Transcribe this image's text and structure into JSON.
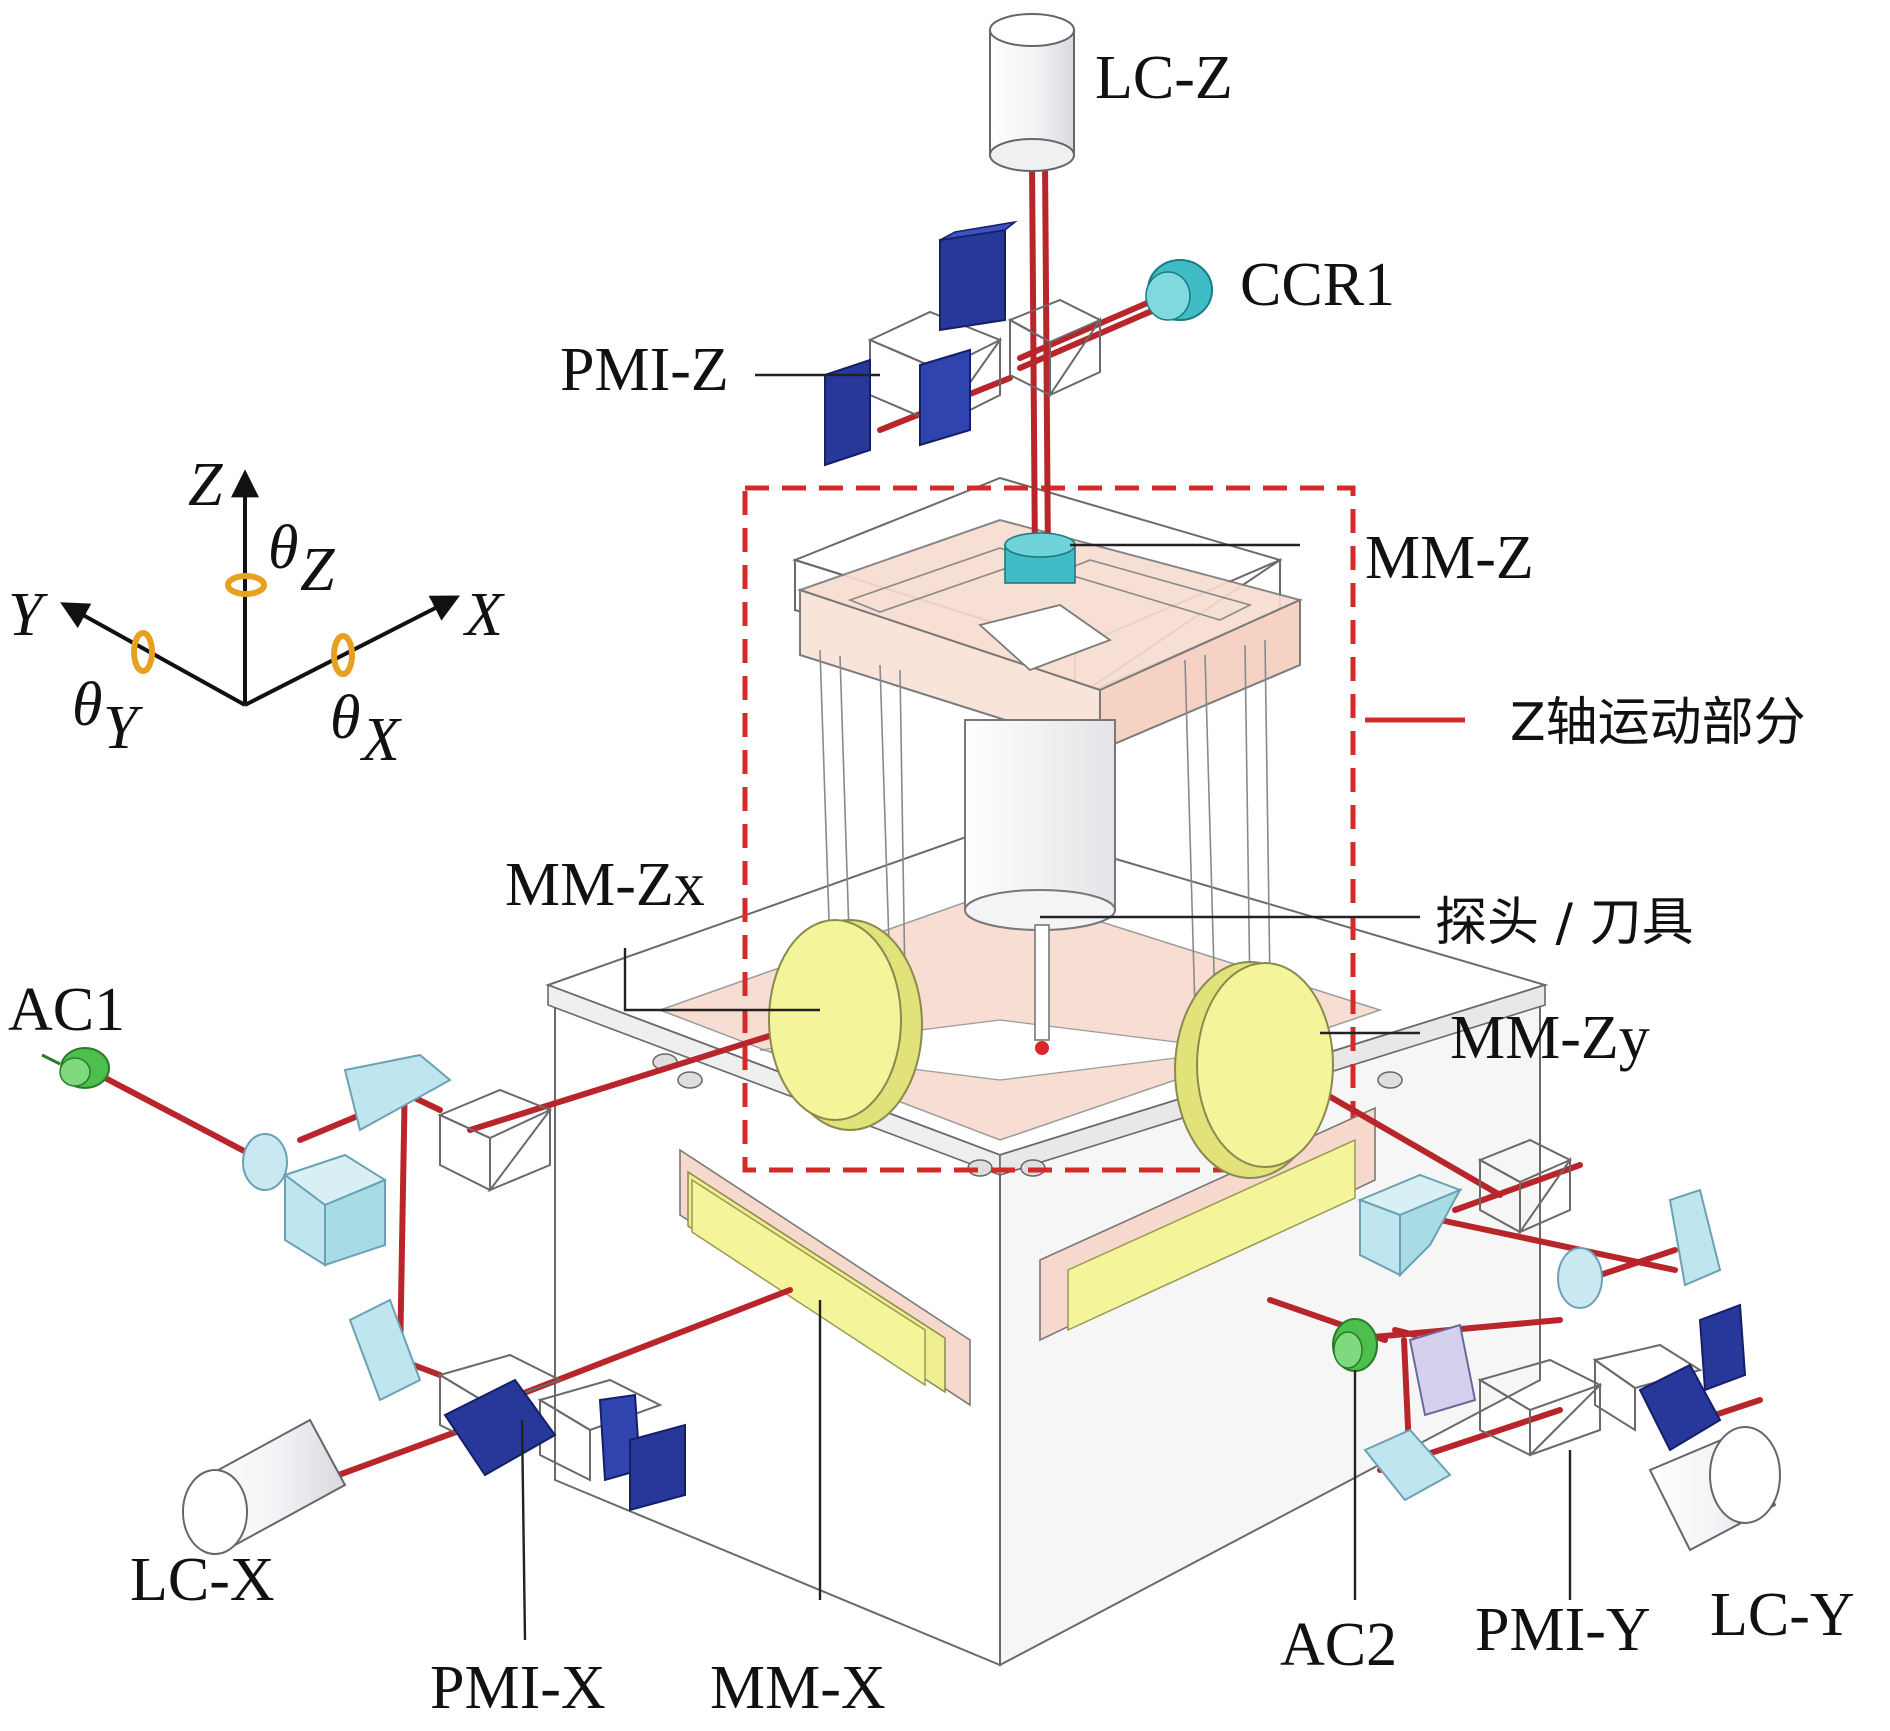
{
  "labels": {
    "lc_z": "LC-Z",
    "ccr1": "CCR1",
    "pmi_z": "PMI-Z",
    "mm_z": "MM-Z",
    "z_part": "Z轴运动部分",
    "mm_zx": "MM-Zx",
    "probe": "探头 / 刀具",
    "mm_zy": "MM-Zy",
    "ac1": "AC1",
    "lc_x": "LC-X",
    "pmi_x": "PMI-X",
    "mm_x": "MM-X",
    "ac2": "AC2",
    "pmi_y": "PMI-Y",
    "lc_y": "LC-Y"
  },
  "axes": {
    "z": "Z",
    "y": "Y",
    "x": "X",
    "theta": "θ",
    "sub_z": "Z",
    "sub_y": "Y",
    "sub_x": "X"
  },
  "colors": {
    "beam": "#b8252a",
    "dashed_frame": "#d42a2a",
    "mirror_yellow": "#f4f49a",
    "mirror_edge": "#c8c86a",
    "pmi_blue": "#27389a",
    "prism_cyan": "#bfe6ee",
    "ccr_teal": "#3fbcc6",
    "ac_green": "#4cbf4c",
    "stage_pink": "#f7d8cc",
    "rotation_arrows": "#e8a020"
  },
  "icons": [
    "laser-head-icon",
    "interferometer-icon",
    "corner-cube-icon",
    "autocollimator-icon",
    "mirror-icon",
    "prism-icon"
  ]
}
